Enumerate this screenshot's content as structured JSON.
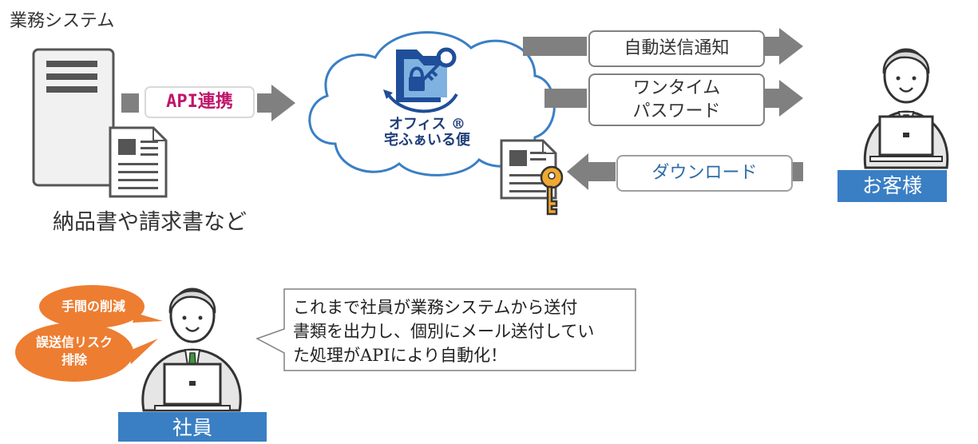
{
  "system": {
    "title": "業務システム",
    "docs_caption": "納品書や請求書など"
  },
  "api_label": "API連携",
  "service": {
    "name_line1": "オフィス ®",
    "name_line2": "宅ふぁいる便"
  },
  "flows": {
    "auto_notify": "自動送信通知",
    "otp_line1": "ワンタイム",
    "otp_line2": "パスワード",
    "download": "ダウンロード"
  },
  "customer_label": "お客様",
  "employee_label": "社員",
  "bubbles": {
    "reduce": "手間の削減",
    "risk_line1": "誤送信リスク",
    "risk_line2": "排除"
  },
  "speech": {
    "line1": "これまで社員が業務システムから送付",
    "line2": "書類を出力し、個別にメール送付してい",
    "line3": "た処理がAPIにより自動化！"
  },
  "colors": {
    "accent_blue": "#3a7fc4",
    "api_pink": "#c0156b",
    "orange": "#ed7d31",
    "arrow_gray": "#808080"
  }
}
